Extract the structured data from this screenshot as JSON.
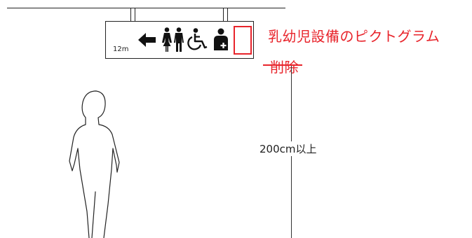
{
  "sign": {
    "distance_label": "12m",
    "icons": [
      "left-arrow-icon",
      "female-icon",
      "male-icon",
      "wheelchair-icon",
      "baby-care-icon"
    ]
  },
  "annotation": {
    "title": "乳幼児設備のピクトグラム",
    "subtitle": "削除"
  },
  "dimension": {
    "label": "200cm以上"
  },
  "colors": {
    "annotation": "#e8242b",
    "line": "#222222",
    "background": "#ffffff"
  }
}
